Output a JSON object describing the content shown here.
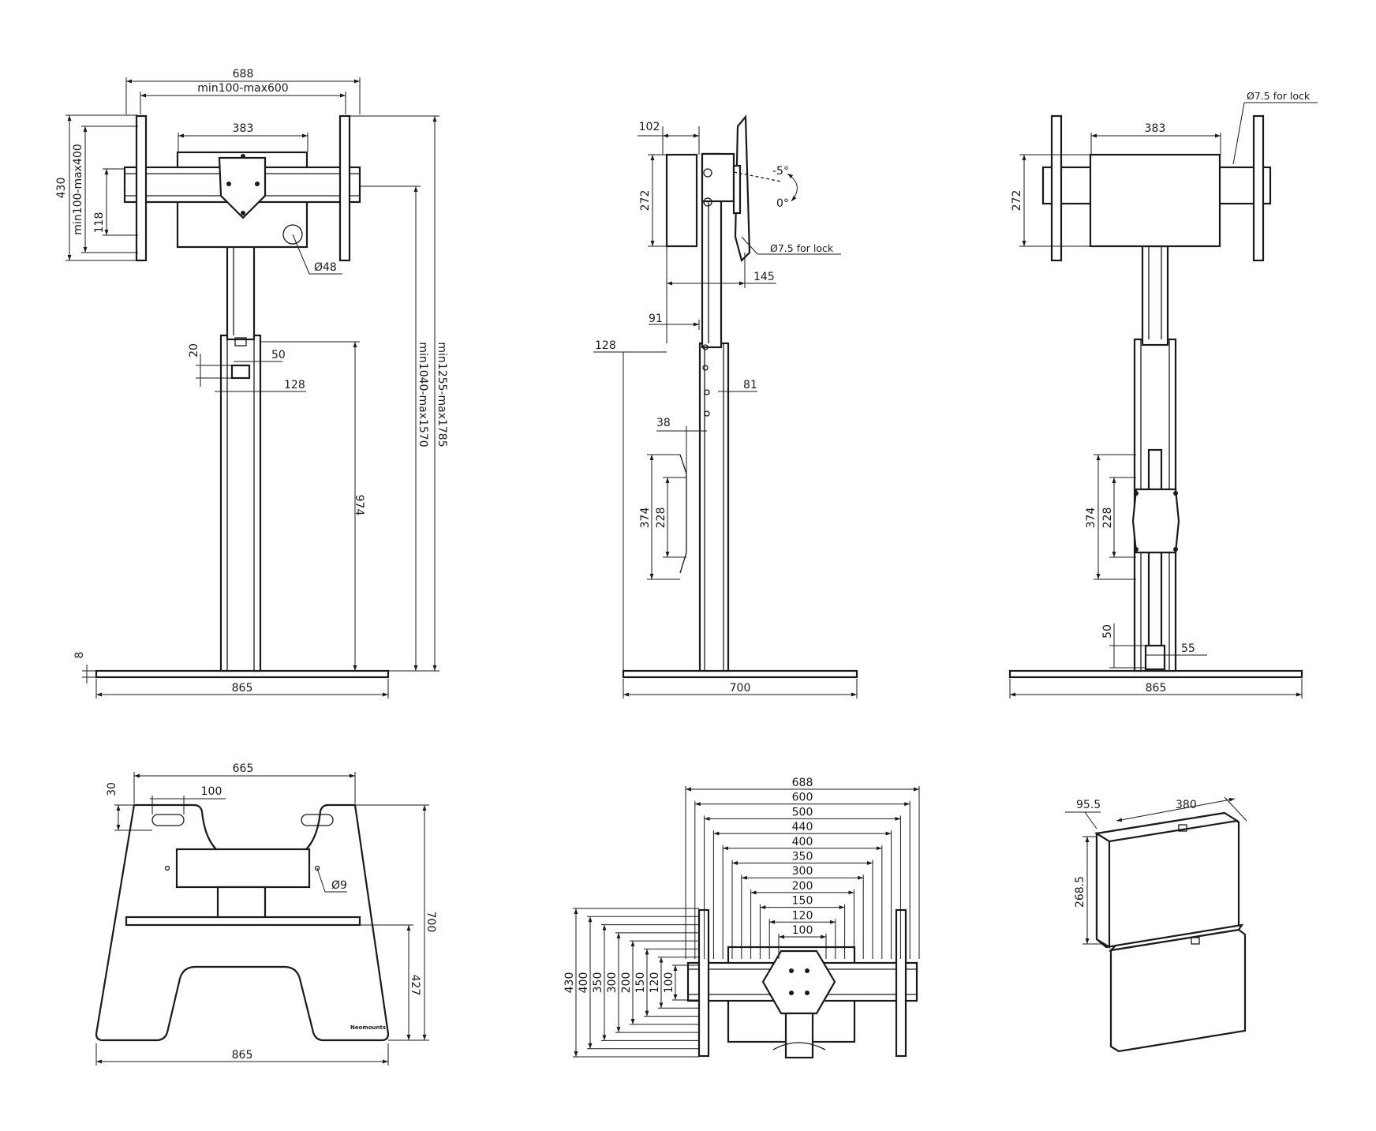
{
  "front_view": {
    "width_overall": "688",
    "width_adjust": "min100-max600",
    "plate_width": "383",
    "height_430": "430",
    "height_adjust": "min100-max400",
    "height_118": "118",
    "bore": "Ø48",
    "dim_20": "20",
    "dim_50": "50",
    "dim_128": "128",
    "height_974": "974",
    "height_range_a": "min1040-max1570",
    "height_range_b": "min1255-max1785",
    "dim_8": "8",
    "base_width": "865"
  },
  "side_view": {
    "dim_102": "102",
    "dim_272": "272",
    "tilt_minus": "-5°",
    "tilt_zero": "0°",
    "lock_hole": "Ø7.5 for lock",
    "dim_145": "145",
    "dim_91": "91",
    "dim_128": "128",
    "dim_81": "81",
    "dim_38": "38",
    "dim_374": "374",
    "dim_228": "228",
    "base_depth": "700"
  },
  "rear_view": {
    "lock_hole": "Ø7.5 for lock",
    "plate_width": "383",
    "dim_272": "272",
    "dim_374": "374",
    "dim_228": "228",
    "dim_50": "50",
    "dim_55": "55",
    "base_width": "865"
  },
  "top_view": {
    "width_665": "665",
    "dim_30": "30",
    "dim_100": "100",
    "hole": "Ø9",
    "depth_700": "700",
    "depth_427": "427",
    "base_width": "865",
    "brand": "Neomounts"
  },
  "vesa_view": {
    "horizontal": [
      "688",
      "600",
      "500",
      "440",
      "400",
      "350",
      "300",
      "200",
      "150",
      "120",
      "100"
    ],
    "vertical": [
      "430",
      "400",
      "350",
      "300",
      "200",
      "150",
      "120",
      "100"
    ]
  },
  "shelf_view": {
    "dim_95_5": "95.5",
    "dim_380": "380",
    "dim_268_5": "268.5"
  }
}
